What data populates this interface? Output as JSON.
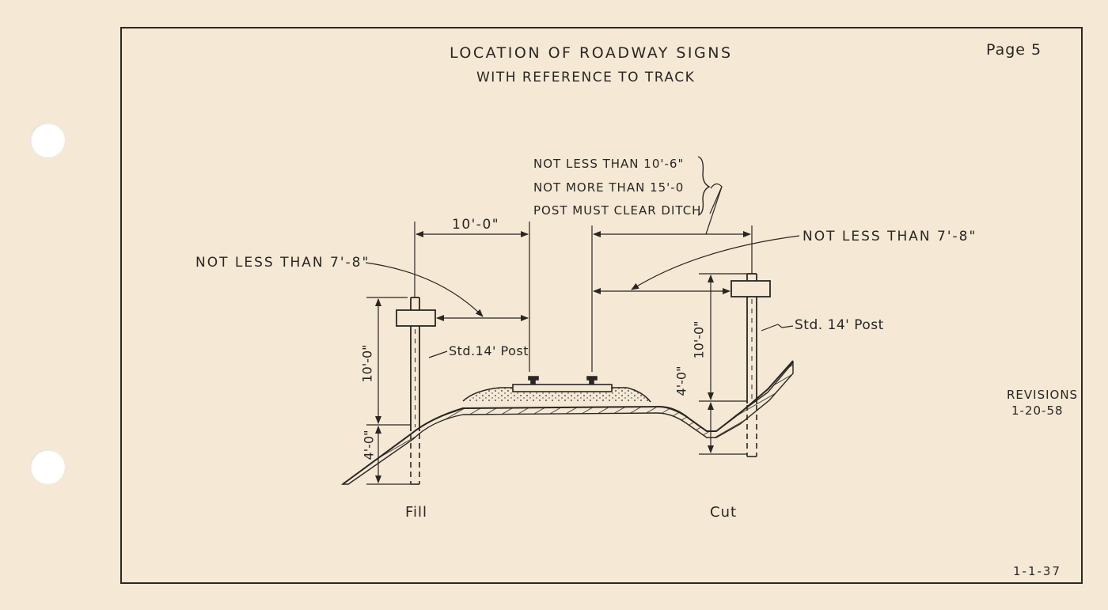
{
  "header": {
    "title_line1": "LOCATION OF ROADWAY SIGNS",
    "title_line2": "WITH REFERENCE TO TRACK",
    "page": "Page 5"
  },
  "notes": {
    "line1": "NOT LESS THAN 10'-6\"",
    "line2": "NOT MORE THAN 15'-0",
    "line3": "POST MUST CLEAR DITCH"
  },
  "dimensions": {
    "left_horizontal": "10'-0\"",
    "left_clearance": "NOT LESS THAN 7'-8\"",
    "right_clearance": "NOT LESS THAN 7'-8\"",
    "left_height": "10'-0\"",
    "left_depth": "4'-0\"",
    "right_height": "10'-0\"",
    "right_depth": "4'-0\""
  },
  "labels": {
    "left_post": "Std.14' Post",
    "right_post": "Std. 14' Post",
    "fill": "Fill",
    "cut": "Cut"
  },
  "revisions": {
    "heading": "REVISIONS",
    "date": "1-20-58"
  },
  "footer": {
    "date": "1-1-37"
  },
  "colors": {
    "paper": "#f5e9d6",
    "ink": "#2a2622"
  }
}
